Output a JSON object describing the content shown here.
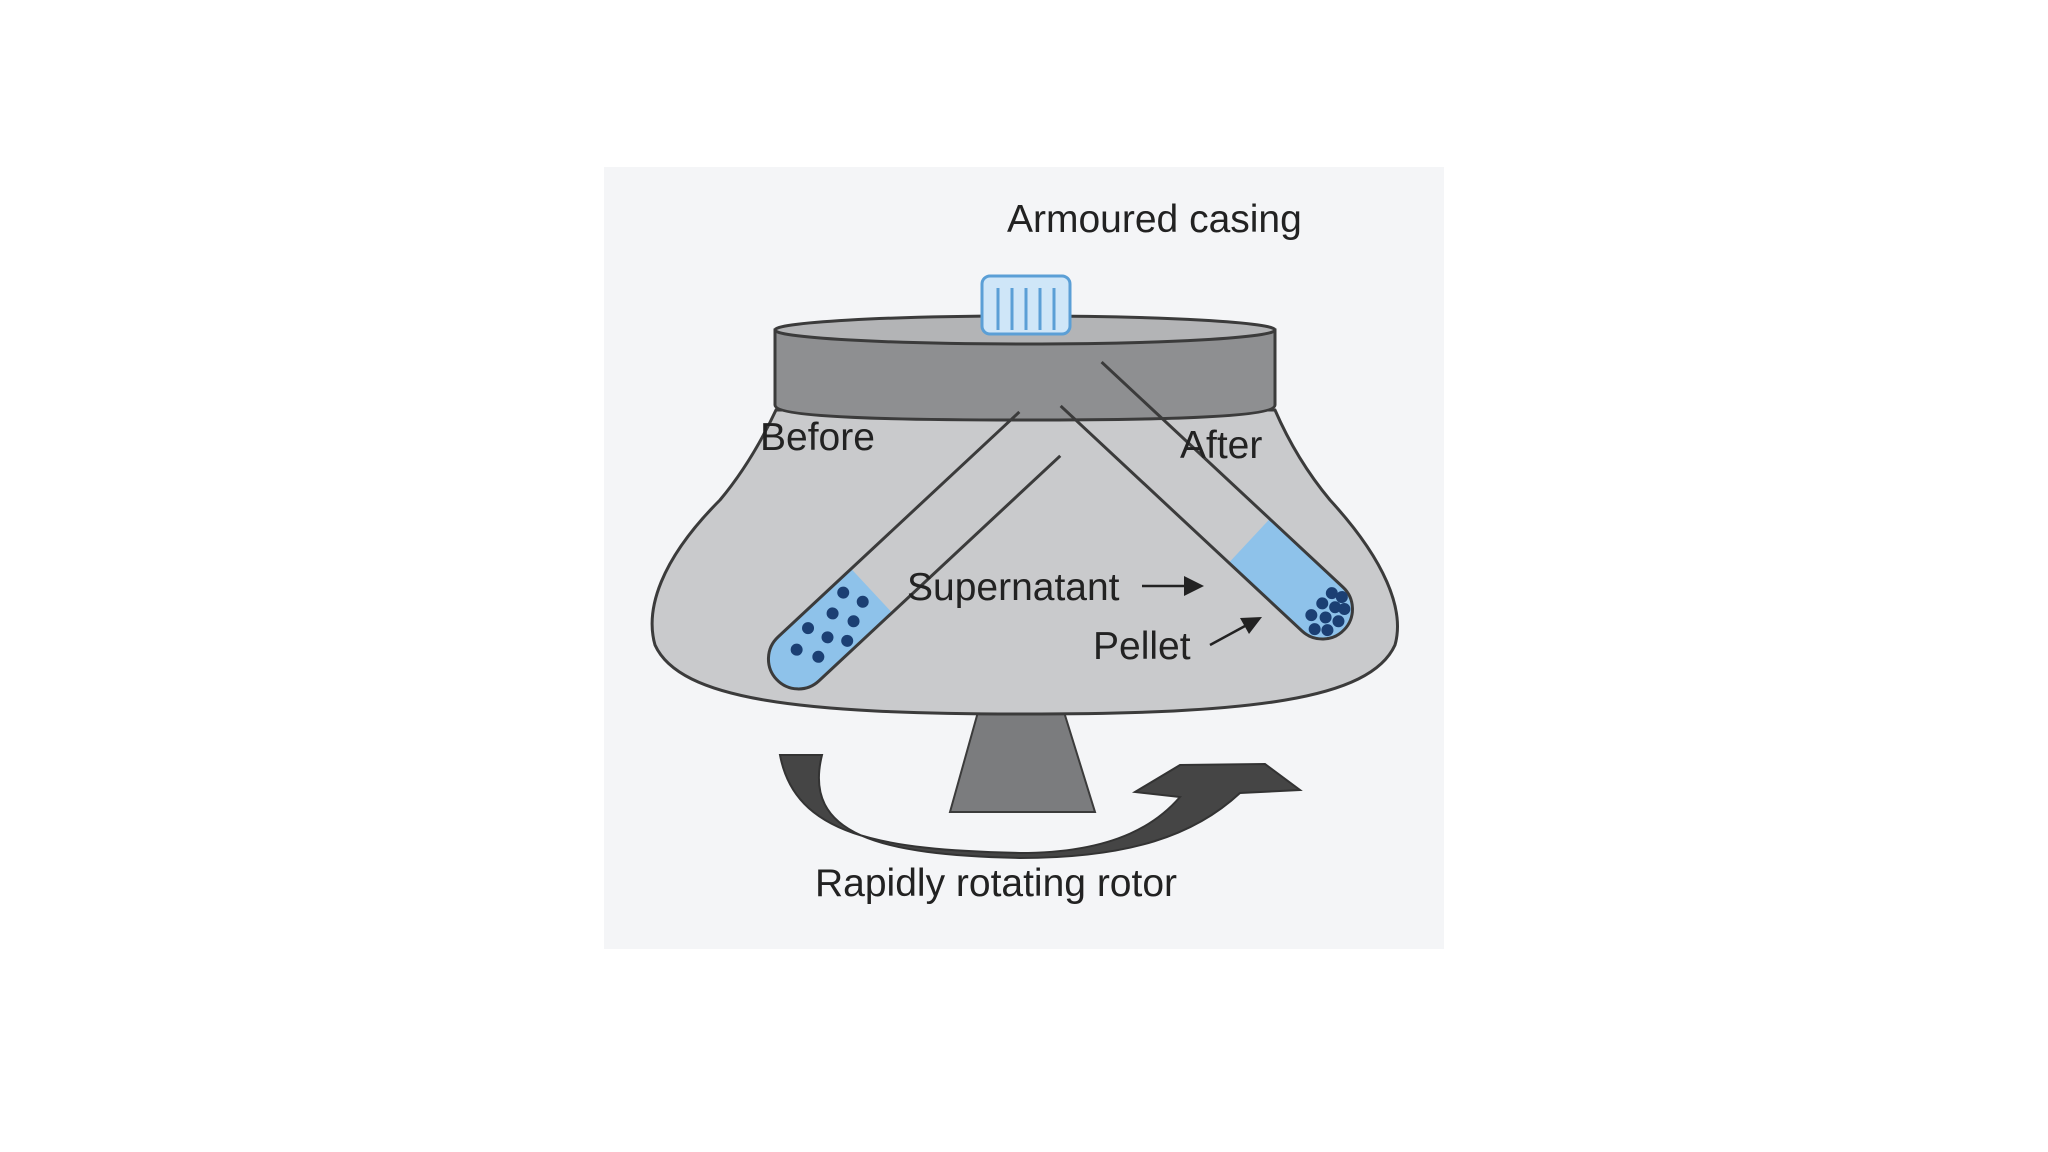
{
  "labels": {
    "top": "Armoured casing",
    "before": "Before",
    "after": "After",
    "supernatant": "Supernatant",
    "pellet": "Pellet",
    "bottom": "Rapidly rotating rotor"
  },
  "colors": {
    "canvas": "#ffffff",
    "panel": "#f4f5f7",
    "rotor_body": "#c9cacc",
    "lid_rim": "#8e8f91",
    "lid_top": "#b3b4b6",
    "outline": "#3b3b3b",
    "shaft": "#7b7c7e",
    "arrow": "#454545",
    "liquid": "#8ec2ea",
    "particle": "#1b3f73",
    "cap": "#cfe6f8",
    "cap_stroke": "#5b9fd6"
  },
  "icons": {
    "cap": "rotor-cap-icon",
    "rotation": "curved-rotation-arrow-icon"
  }
}
